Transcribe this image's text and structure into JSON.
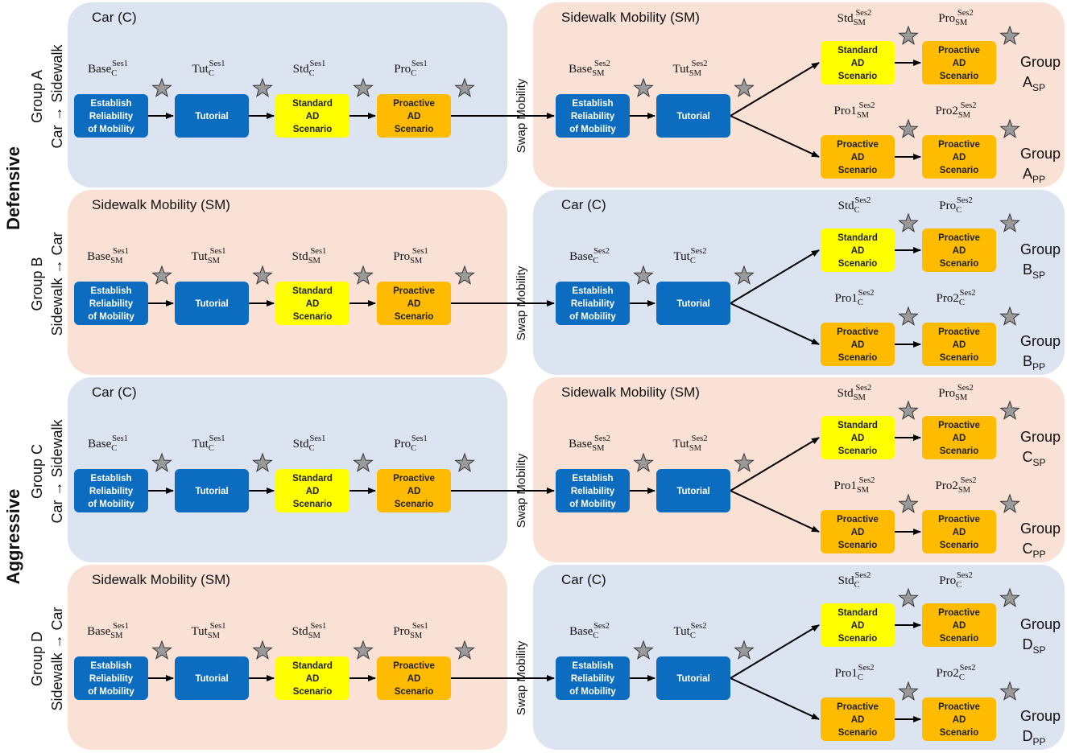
{
  "conditions": [
    "Defensive",
    "Aggressive"
  ],
  "swap_label": "Swap Mobility",
  "box_types": {
    "establish": {
      "lines": [
        "Establish",
        "Reliability",
        "of Mobility"
      ],
      "fill": "#0c6cbf",
      "text_color": "#ffffff"
    },
    "tutorial": {
      "lines": [
        "Tutorial"
      ],
      "fill": "#0c6cbf",
      "text_color": "#ffffff"
    },
    "standard": {
      "lines": [
        "Standard",
        "AD",
        "Scenario"
      ],
      "fill": "#ffff00",
      "text_color": "#222222"
    },
    "proactive": {
      "lines": [
        "Proactive",
        "AD",
        "Scenario"
      ],
      "fill": "#ffbb00",
      "text_color": "#222222"
    }
  },
  "colors": {
    "car_panel": "#dce3f1",
    "sidewalk_panel": "#f9e1d6",
    "star": "#9a9a9a"
  },
  "groups": [
    {
      "name": "Group A",
      "direction": "Car → Sidewalk",
      "session1": {
        "panel_title": "Car (C)",
        "mobility": "car",
        "sub": "C",
        "labels": [
          "Base",
          "Tut",
          "Std",
          "Pro"
        ],
        "sup": "Ses1"
      },
      "session2": {
        "panel_title": "Sidewalk Mobility (SM)",
        "mobility": "sidewalk",
        "sub": "SM",
        "labels": [
          "Base",
          "Tut"
        ],
        "sup": "Ses2",
        "branch_top_labels": [
          "Std",
          "Pro"
        ],
        "branch_bottom_labels": [
          "Pro1",
          "Pro2"
        ],
        "group_top": {
          "main": "Group",
          "letter": "A",
          "sub": "SP"
        },
        "group_bottom": {
          "main": "Group",
          "letter": "A",
          "sub": "PP"
        }
      }
    },
    {
      "name": "Group B",
      "direction": "Sidewalk → Car",
      "session1": {
        "panel_title": "Sidewalk Mobility (SM)",
        "mobility": "sidewalk",
        "sub": "SM",
        "labels": [
          "Base",
          "Tut",
          "Std",
          "Pro"
        ],
        "sup": "Ses1"
      },
      "session2": {
        "panel_title": "Car (C)",
        "mobility": "car",
        "sub": "C",
        "labels": [
          "Base",
          "Tut"
        ],
        "sup": "Ses2",
        "branch_top_labels": [
          "Std",
          "Pro"
        ],
        "branch_bottom_labels": [
          "Pro1",
          "Pro2"
        ],
        "group_top": {
          "main": "Group",
          "letter": "B",
          "sub": "SP"
        },
        "group_bottom": {
          "main": "Group",
          "letter": "B",
          "sub": "PP"
        }
      }
    },
    {
      "name": "Group C",
      "direction": "Car → Sidewalk",
      "session1": {
        "panel_title": "Car (C)",
        "mobility": "car",
        "sub": "C",
        "labels": [
          "Base",
          "Tut",
          "Std",
          "Pro"
        ],
        "sup": "Ses1"
      },
      "session2": {
        "panel_title": "Sidewalk Mobility (SM)",
        "mobility": "sidewalk",
        "sub": "SM",
        "labels": [
          "Base",
          "Tut"
        ],
        "sup": "Ses2",
        "branch_top_labels": [
          "Std",
          "Pro"
        ],
        "branch_bottom_labels": [
          "Pro1",
          "Pro2"
        ],
        "group_top": {
          "main": "Group",
          "letter": "C",
          "sub": "SP"
        },
        "group_bottom": {
          "main": "Group",
          "letter": "C",
          "sub": "PP"
        }
      }
    },
    {
      "name": "Group D",
      "direction": "Sidewalk → Car",
      "session1": {
        "panel_title": "Sidewalk Mobility (SM)",
        "mobility": "sidewalk",
        "sub": "SM",
        "labels": [
          "Base",
          "Tut",
          "Std",
          "Pro"
        ],
        "sup": "Ses1"
      },
      "session2": {
        "panel_title": "Car (C)",
        "mobility": "car",
        "sub": "C",
        "labels": [
          "Base",
          "Tut"
        ],
        "sup": "Ses2",
        "branch_top_labels": [
          "Std",
          "Pro"
        ],
        "branch_bottom_labels": [
          "Pro1",
          "Pro2"
        ],
        "group_top": {
          "main": "Group",
          "letter": "D",
          "sub": "SP"
        },
        "group_bottom": {
          "main": "Group",
          "letter": "D",
          "sub": "PP"
        }
      }
    }
  ]
}
